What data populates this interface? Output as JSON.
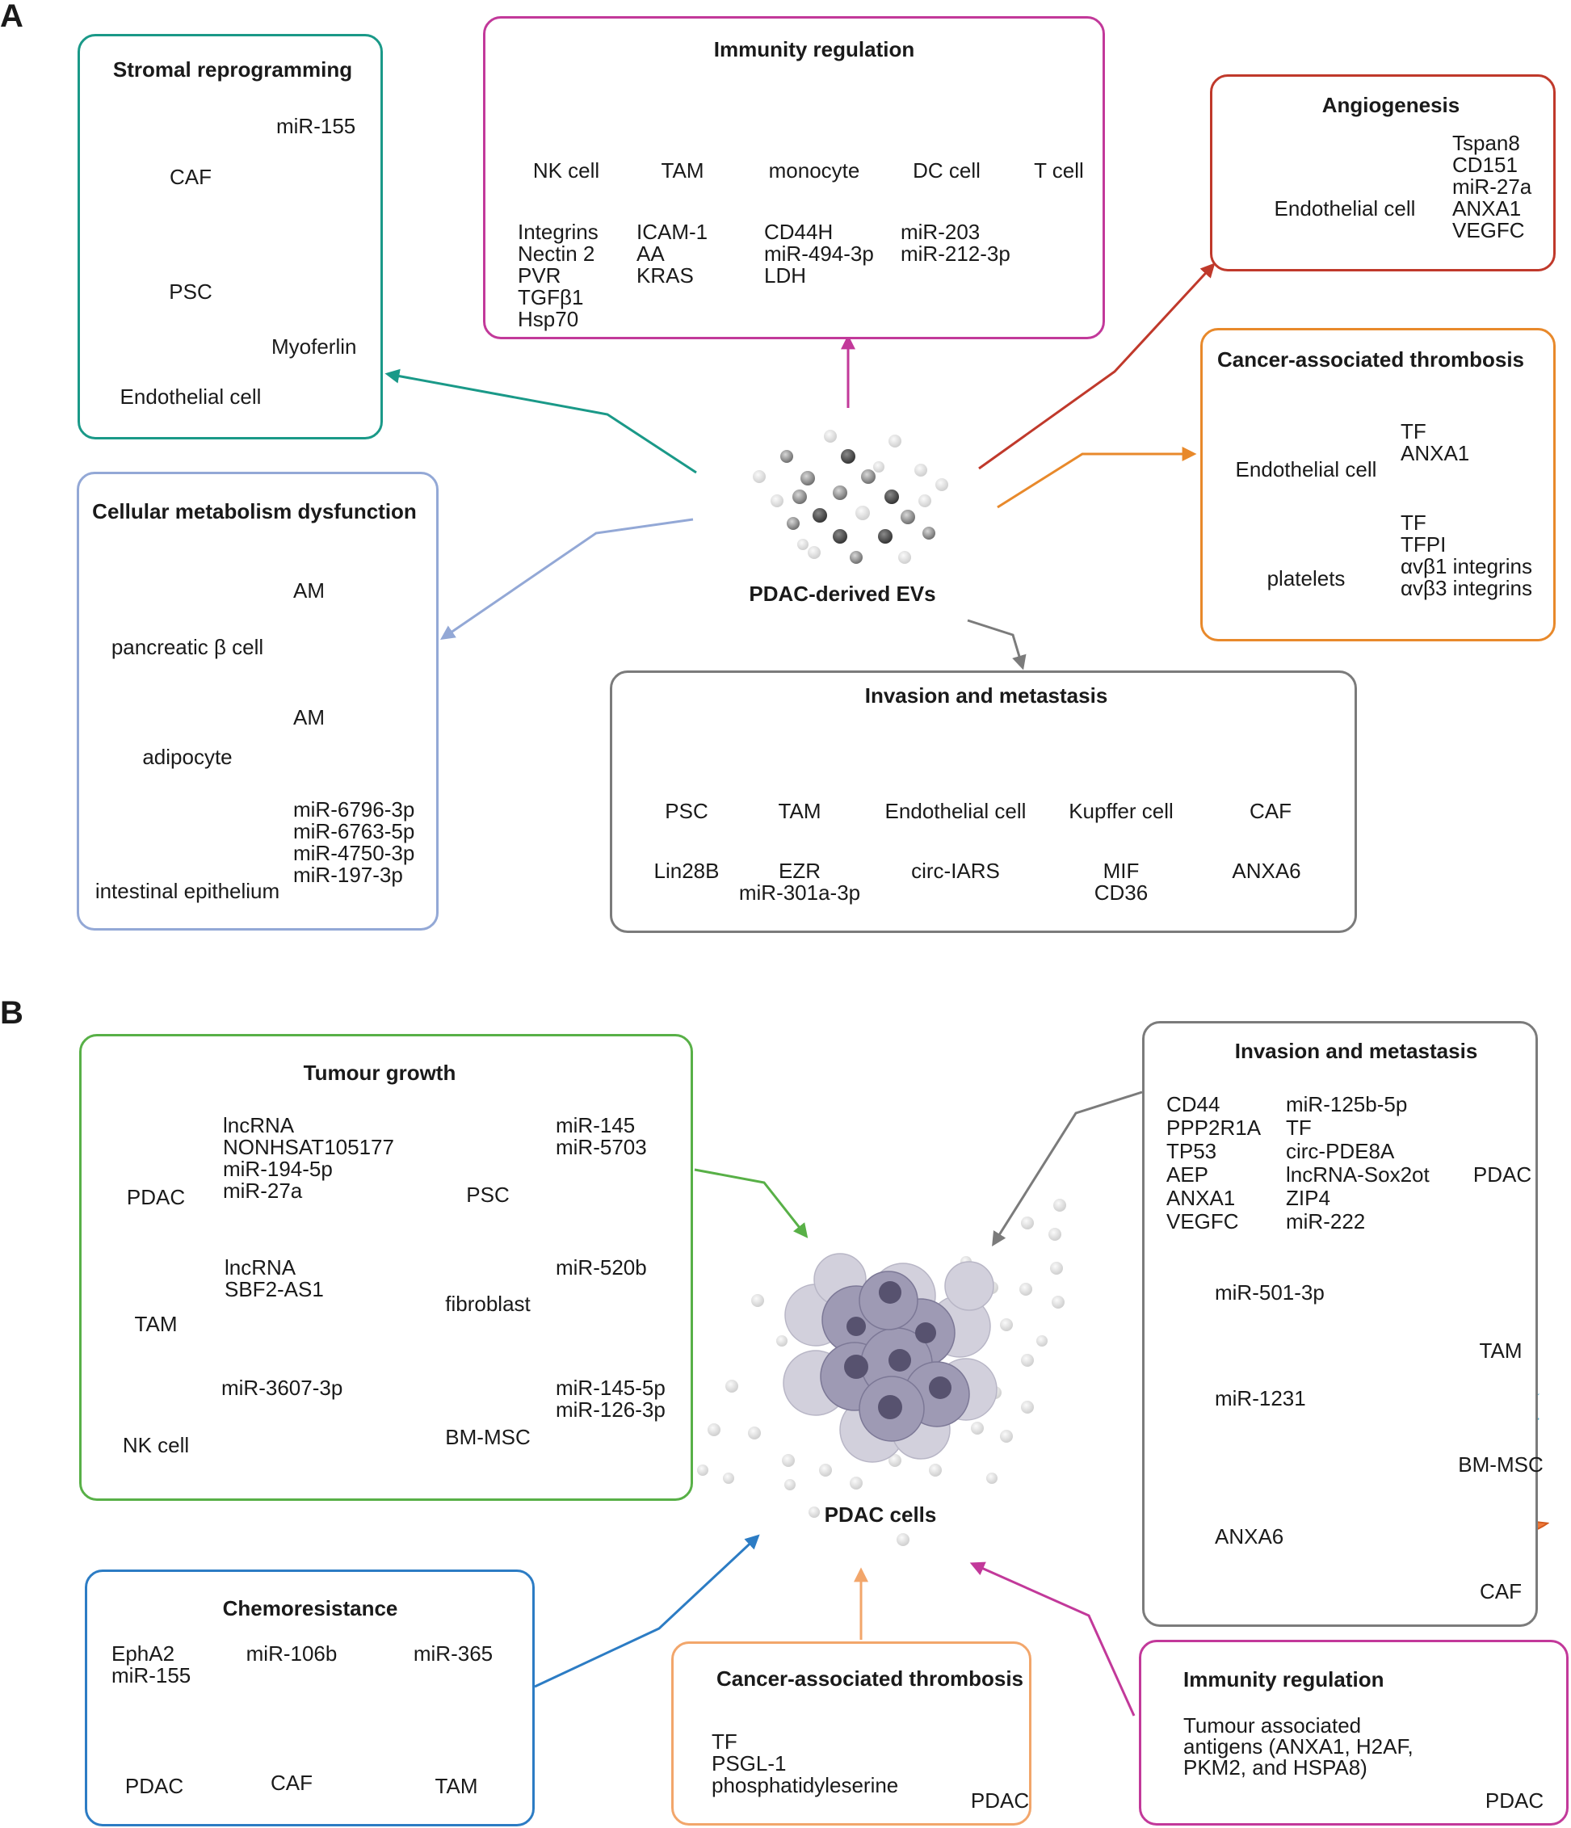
{
  "panels": {
    "a": "A",
    "b": "B"
  },
  "colors": {
    "teal": "#1a9988",
    "magenta": "#c2399a",
    "red": "#c0392b",
    "orange": "#e8892b",
    "periwinkle": "#93a8d6",
    "gray": "#7b7b7b",
    "green": "#58b047",
    "blue": "#2c7cc4",
    "peach": "#f2a66b",
    "dark_magenta": "#c2399a"
  },
  "a": {
    "center_label": "PDAC-derived EVs",
    "stromal": {
      "title": "Stromal reprogramming",
      "items": [
        {
          "cell": "CAF",
          "icon": "caf-icon",
          "mol": "miR-155"
        },
        {
          "cell": "PSC",
          "icon": "psc-icon",
          "mol": ""
        },
        {
          "cell": "Endothelial cell",
          "icon": "endothelial-cell-icon",
          "mol": "Myoferlin"
        }
      ]
    },
    "immunity": {
      "title": "Immunity regulation",
      "cells": [
        "NK cell",
        "TAM",
        "monocyte",
        "DC cell",
        "T cell"
      ],
      "mols": [
        [
          "Integrins",
          "Nectin 2",
          "PVR",
          "TGFβ1",
          "Hsp70"
        ],
        [
          "ICAM-1",
          "AA",
          "KRAS"
        ],
        [
          "CD44H",
          "miR-494-3p",
          "LDH"
        ],
        [
          "miR-203",
          "miR-212-3p"
        ]
      ]
    },
    "angiogenesis": {
      "title": "Angiogenesis",
      "cell": "Endothelial cell",
      "mols": [
        "Tspan8",
        "CD151",
        "miR-27a",
        "ANXA1",
        "VEGFC"
      ]
    },
    "thrombosis": {
      "title": "Cancer-associated thrombosis",
      "items": [
        {
          "cell": "Endothelial cell",
          "mols": [
            "TF",
            "ANXA1"
          ]
        },
        {
          "cell": "platelets",
          "mols": [
            "TF",
            "TFPI",
            "αvβ1 integrins",
            "αvβ3 integrins"
          ]
        }
      ]
    },
    "metabolism": {
      "title": "Cellular metabolism dysfunction",
      "items": [
        {
          "cell": "pancreatic β cell",
          "mols": [
            "AM"
          ]
        },
        {
          "cell": "adipocyte",
          "mols": [
            "AM"
          ]
        },
        {
          "cell": "intestinal epithelium",
          "mols": [
            "miR-6796-3p",
            "miR-6763-5p",
            "miR-4750-3p",
            "miR-197-3p"
          ]
        }
      ]
    },
    "invasion": {
      "title": "Invasion and metastasis",
      "items": [
        {
          "cell": "PSC",
          "mols": [
            "Lin28B"
          ]
        },
        {
          "cell": "TAM",
          "mols": [
            "EZR",
            "miR-301a-3p"
          ]
        },
        {
          "cell": "Endothelial cell",
          "mols": [
            "circ-IARS"
          ]
        },
        {
          "cell": "Kupffer cell",
          "mols": [
            "MIF",
            "CD36"
          ]
        },
        {
          "cell": "CAF",
          "mols": [
            "ANXA6"
          ]
        }
      ]
    }
  },
  "b": {
    "center_label": "PDAC cells",
    "growth": {
      "title": "Tumour growth",
      "left": [
        {
          "cell": "PDAC",
          "mols": [
            "lncRNA",
            "NONHSAT105177",
            "miR-194-5p",
            "miR-27a"
          ]
        },
        {
          "cell": "TAM",
          "mols": [
            "lncRNA",
            "SBF2-AS1"
          ]
        },
        {
          "cell": "NK cell",
          "mols": [
            "miR-3607-3p"
          ]
        }
      ],
      "right": [
        {
          "cell": "PSC",
          "mols": [
            "miR-145",
            "miR-5703"
          ]
        },
        {
          "cell": "fibroblast",
          "mols": [
            "miR-520b"
          ]
        },
        {
          "cell": "BM-MSC",
          "mols": [
            "miR-145-5p",
            "miR-126-3p"
          ]
        }
      ]
    },
    "invasion": {
      "title": "Invasion and metastasis",
      "col1": [
        "CD44",
        "PPP2R1A",
        "TP53",
        "AEP",
        "ANXA1",
        "VEGFC"
      ],
      "col2": [
        "miR-125b-5p",
        "TF",
        "circ-PDE8A",
        "lncRNA-Sox2ot",
        "ZIP4",
        "miR-222"
      ],
      "items": [
        {
          "cell": "PDAC",
          "mols": []
        },
        {
          "cell": "TAM",
          "mols": [
            "miR-501-3p"
          ]
        },
        {
          "cell": "BM-MSC",
          "mols": [
            "miR-1231"
          ]
        },
        {
          "cell": "CAF",
          "mols": [
            "ANXA6"
          ]
        }
      ]
    },
    "chemo": {
      "title": "Chemoresistance",
      "items": [
        {
          "cell": "PDAC",
          "mols": [
            "EphA2",
            "miR-155"
          ]
        },
        {
          "cell": "CAF",
          "mols": [
            "miR-106b"
          ]
        },
        {
          "cell": "TAM",
          "mols": [
            "miR-365"
          ]
        }
      ]
    },
    "thrombosis": {
      "title": "Cancer-associated thrombosis",
      "cell": "PDAC",
      "mols": [
        "TF",
        "PSGL-1",
        "phosphatidyleserine"
      ]
    },
    "immunity": {
      "title": "Immunity regulation",
      "cell": "PDAC",
      "mols": [
        "Tumour associated",
        "antigens (ANXA1, H2AF,",
        "PKM2, and HSPA8)"
      ]
    }
  }
}
